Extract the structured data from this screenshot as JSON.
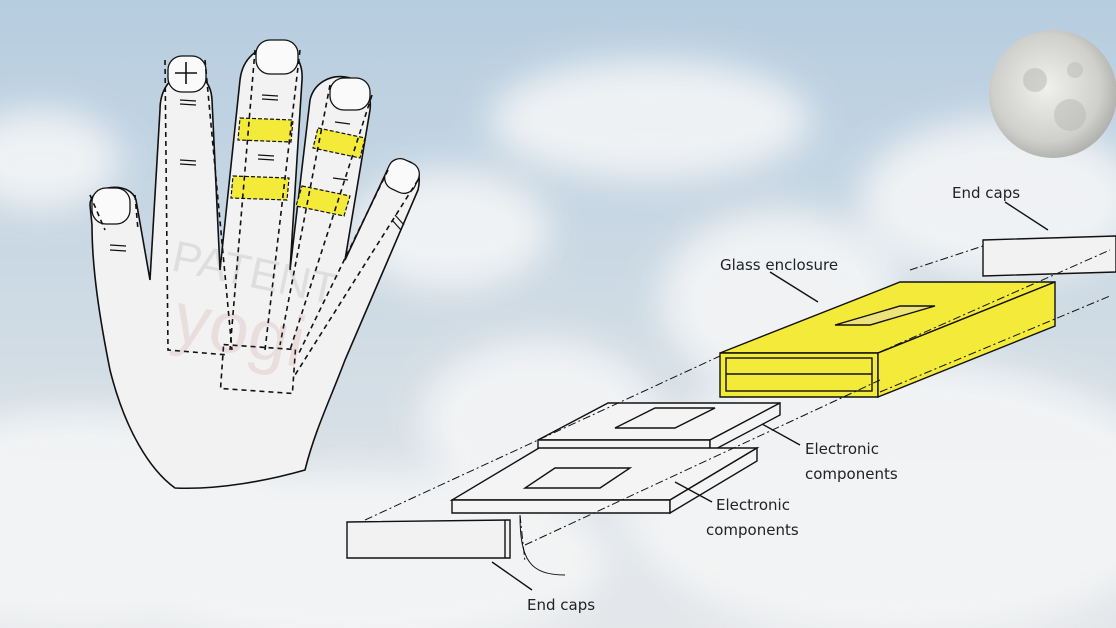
{
  "labels": {
    "end_caps_top": "End caps",
    "glass_enclosure": "Glass enclosure",
    "electronic_components_1_line1": "Electronic",
    "electronic_components_1_line2": "components",
    "electronic_components_2_line1": "Electronic",
    "electronic_components_2_line2": "components",
    "end_caps_bottom": "End caps"
  },
  "watermark": {
    "line1": "PATENT",
    "line2": "yogi"
  },
  "colors": {
    "highlight": "#f3ea3a",
    "sky_top": "#b9cfdf",
    "sky_bottom": "#e8ecef",
    "line": "#1a1a1a"
  }
}
